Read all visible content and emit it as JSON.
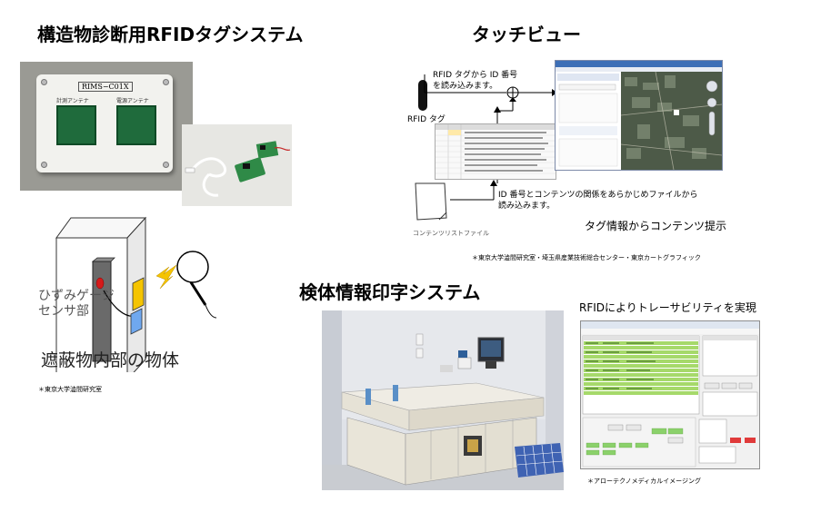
{
  "sections": {
    "rfid_system_title": "構造物診断用RFIDタグシステム",
    "touch_view_title": "タッチビュー",
    "inspection_title": "検体情報印字システム"
  },
  "device_photo": {
    "model_label": "RIMS−C01X",
    "left_antenna_label": "計測アンテナ",
    "right_antenna_label": "電源アンテナ"
  },
  "diagram": {
    "sensor_label_line1": "ひずみゲージ",
    "sensor_label_line2": "センサ部",
    "object_label": "遮蔽物内部の物体",
    "credit": "＊東京大学澁間研究室"
  },
  "touch_view": {
    "read_tag_line1": "RFID タグから ID 番号",
    "read_tag_line2": "を読み込みます。",
    "rfid_tag_label": "RFID タグ",
    "read_file_line1": "ID 番号とコンテンツの関係をあらかじめファイルから",
    "read_file_line2": "読み込みます。",
    "content_file_label": "コンテンツリストファイル",
    "presentation_caption": "タグ情報からコンテンツ提示",
    "credit": "＊東京大学澁間研究室・埼玉県産業技術総合センター・東京カートグラフィック"
  },
  "traceability": {
    "caption": "RFIDによりトレーサビリティを実現",
    "credit": "＊アローテクノメディカルイメージング"
  },
  "colors": {
    "sensor_yellow": "#f5c400",
    "sensor_blue": "#6fa8ef",
    "pcb_green": "#1f6b3c",
    "table_green": "#a6d96a"
  }
}
